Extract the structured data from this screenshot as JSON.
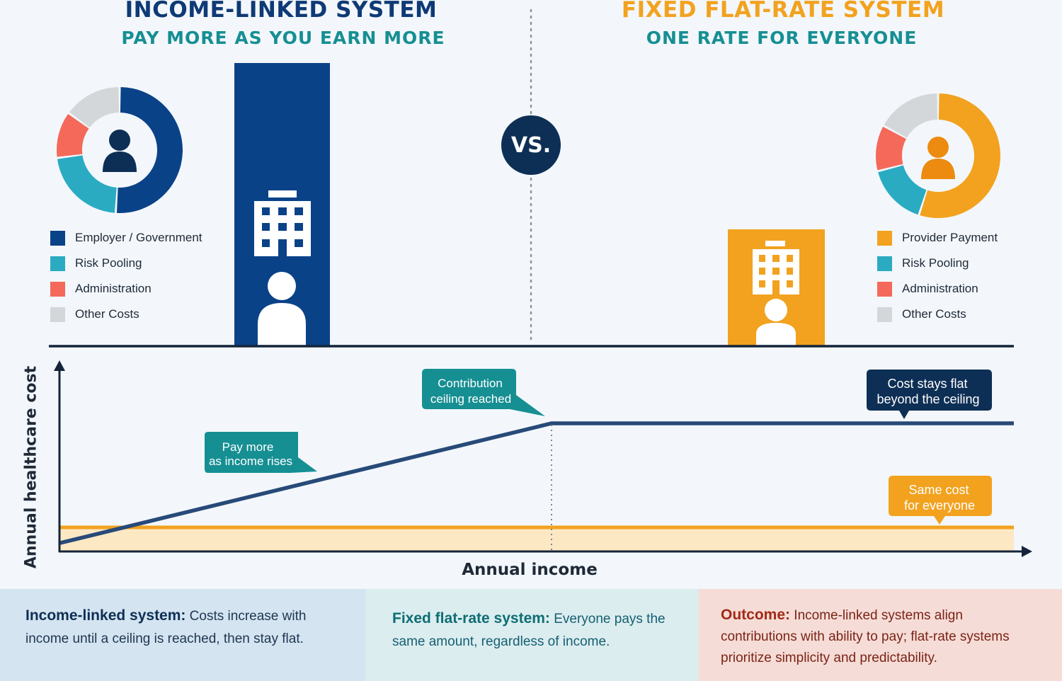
{
  "left": {
    "title": "INCOME-LINKED SYSTEM",
    "subtitle": "PAY MORE AS YOU EARN MORE",
    "legend": [
      {
        "label": "Employer / Government",
        "color": "#0a4288"
      },
      {
        "label": "Risk Pooling",
        "color": "#2aabc2"
      },
      {
        "label": "Administration",
        "color": "#f4695a"
      },
      {
        "label": "Other Costs",
        "color": "#d4d7da"
      }
    ],
    "donut_shares": [
      0.51,
      0.22,
      0.12,
      0.15
    ]
  },
  "right": {
    "title": "FIXED FLAT-RATE SYSTEM",
    "subtitle": "ONE RATE FOR EVERYONE",
    "legend": [
      {
        "label": "Provider Payment",
        "color": "#f2a21f"
      },
      {
        "label": "Risk Pooling",
        "color": "#2aabc2"
      },
      {
        "label": "Administration",
        "color": "#f4695a"
      },
      {
        "label": "Other Costs",
        "color": "#d4d7da"
      }
    ],
    "donut_shares": [
      0.55,
      0.16,
      0.12,
      0.17
    ]
  },
  "vs_label": "VS.",
  "colors": {
    "navy": "#0a4288",
    "dark_navy": "#0e2f55",
    "teal": "#168f93",
    "orange": "#f2a21f",
    "line_navy": "#274a78"
  },
  "icons": [
    "person-icon",
    "building-icon"
  ],
  "graph": {
    "ylabel": "Annual healthcare cost",
    "xlabel": "Annual income",
    "callouts": {
      "pay_more": [
        "Pay more",
        "as income rises"
      ],
      "ceiling": [
        "Contribution",
        "ceiling reached"
      ],
      "flat": [
        "Cost stays flat",
        "beyond the ceiling"
      ],
      "same": [
        "Same cost",
        "for everyone"
      ]
    }
  },
  "panels": {
    "income": {
      "bold": "Income-linked system:",
      "text": " Costs increase with income until a ceiling is reached, then stay flat."
    },
    "flat": {
      "bold": "Fixed flat-rate system:",
      "text": " Everyone pays the same amount, regardless of income."
    },
    "outcome": {
      "bold": "Outcome:",
      "text": " Income-linked systems align contributions with ability to pay; flat-rate systems prioritize simplicity and predictability."
    }
  }
}
